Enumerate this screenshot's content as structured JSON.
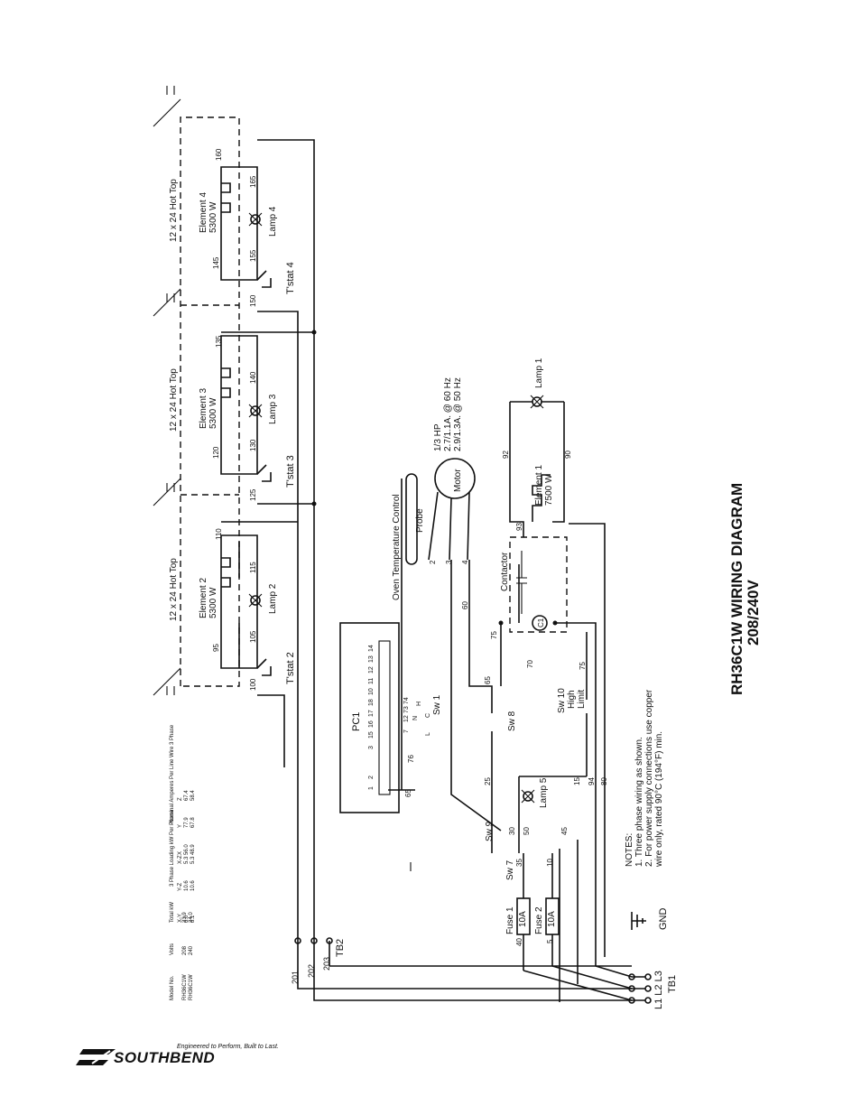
{
  "title": {
    "line1": "RH36C1W WIRING DIAGRAM",
    "line2": "208/240V"
  },
  "logo": {
    "name": "SOUTHBEND",
    "tagline": "Engineered to Perform, Built to Last."
  },
  "spec_table": {
    "headers": {
      "model": "Model No.",
      "volts": "Volts",
      "total_kw": "Total kW",
      "loading": "3 Phase Loading kW Per Phase",
      "amperes": "Nominal Amperes Per Line Wire 3 Phase"
    },
    "sub_headers": {
      "xy": "X-Y",
      "yz": "Y-Z",
      "xz": "X-Z",
      "x": "X",
      "y": "Y",
      "z": "Z"
    },
    "rows": [
      {
        "model": "RH36C1W",
        "volts": "208",
        "kw": "23.9",
        "xy": "8.0",
        "yz": "10.6",
        "xz": "5.3",
        "x": "56.0",
        "y": "77.9",
        "z": "67.4"
      },
      {
        "model": "RH36C1W",
        "volts": "240",
        "kw": "24.0",
        "xy": "8.1",
        "yz": "10.6",
        "xz": "5.3",
        "x": "48.9",
        "y": "67.8",
        "z": "58.4"
      }
    ]
  },
  "hot_tops": [
    {
      "label": "12 x 24 Hot Top",
      "element": "Element 2",
      "watts": "5300 W",
      "lamp": "Lamp 2",
      "tstat": "T'stat 2",
      "wires": [
        "95",
        "100",
        "105",
        "110",
        "115"
      ]
    },
    {
      "label": "12 x 24 Hot Top",
      "element": "Element 3",
      "watts": "5300 W",
      "lamp": "Lamp 3",
      "tstat": "T'stat 3",
      "wires": [
        "120",
        "125",
        "130",
        "135",
        "140"
      ]
    },
    {
      "label": "12 x 24 Hot Top",
      "element": "Element 4",
      "watts": "5300 W",
      "lamp": "Lamp 4",
      "tstat": "T'stat 4",
      "wires": [
        "145",
        "150",
        "155",
        "160",
        "165"
      ]
    }
  ],
  "oven": {
    "control_label": "Oven Temperature Control",
    "probe_label": "Probe",
    "motor_label": "Motor",
    "motor_spec": [
      "1/3 HP",
      "2.7/1.1A. @ 60 Hz",
      "2.9/1.3A. @ 50 Hz"
    ],
    "motor_pins": [
      "2",
      "3",
      "4"
    ],
    "element": "Element 1",
    "element_watts": "7500 W",
    "lamp": "Lamp 1",
    "contactor": "Contactor",
    "coil": "C1"
  },
  "pc1": {
    "label": "PC1",
    "pins": [
      "1",
      "2",
      "3",
      "15",
      "16",
      "17",
      "18",
      "10",
      "11",
      "12",
      "13",
      "14"
    ],
    "sw1_pins": [
      "7",
      "12",
      "73",
      "74"
    ],
    "sw1_label": "Sw 1",
    "sw1_marks": [
      "N",
      "L",
      "C",
      "H"
    ]
  },
  "switches": {
    "sw7": "Sw 7",
    "sw8": "Sw 8",
    "sw9": "Sw 9",
    "sw10": [
      "Sw 10",
      "High",
      "Limit"
    ],
    "lamp5": "Lamp 5",
    "fuse1": [
      "Fuse 1",
      "10A"
    ],
    "fuse2": [
      "Fuse 2",
      "10A"
    ]
  },
  "wire_numbers": {
    "w40": "40",
    "w5": "5",
    "w35": "35",
    "w10": "10",
    "w30": "30",
    "w50": "50",
    "w45": "45",
    "w25": "25",
    "w15": "15",
    "w94": "94",
    "w80": "80",
    "w65": "65",
    "w65b": "65",
    "w76": "76",
    "w60": "60",
    "w70": "70",
    "w75": "75",
    "w75b": "75",
    "w92": "92",
    "w93": "93",
    "w90": "90",
    "w201": "201",
    "w202": "202",
    "w203": "203"
  },
  "terminals": {
    "tb1": "TB1",
    "tb1_lines": "L1 L2 L3",
    "tb2": "TB2",
    "gnd": "GND"
  },
  "notes": {
    "heading": "NOTES:",
    "items": [
      "1. Three phase wiring as shown.",
      "2. For power supply connections use copper",
      "wire only, rated 90°C (194°F) min."
    ]
  }
}
